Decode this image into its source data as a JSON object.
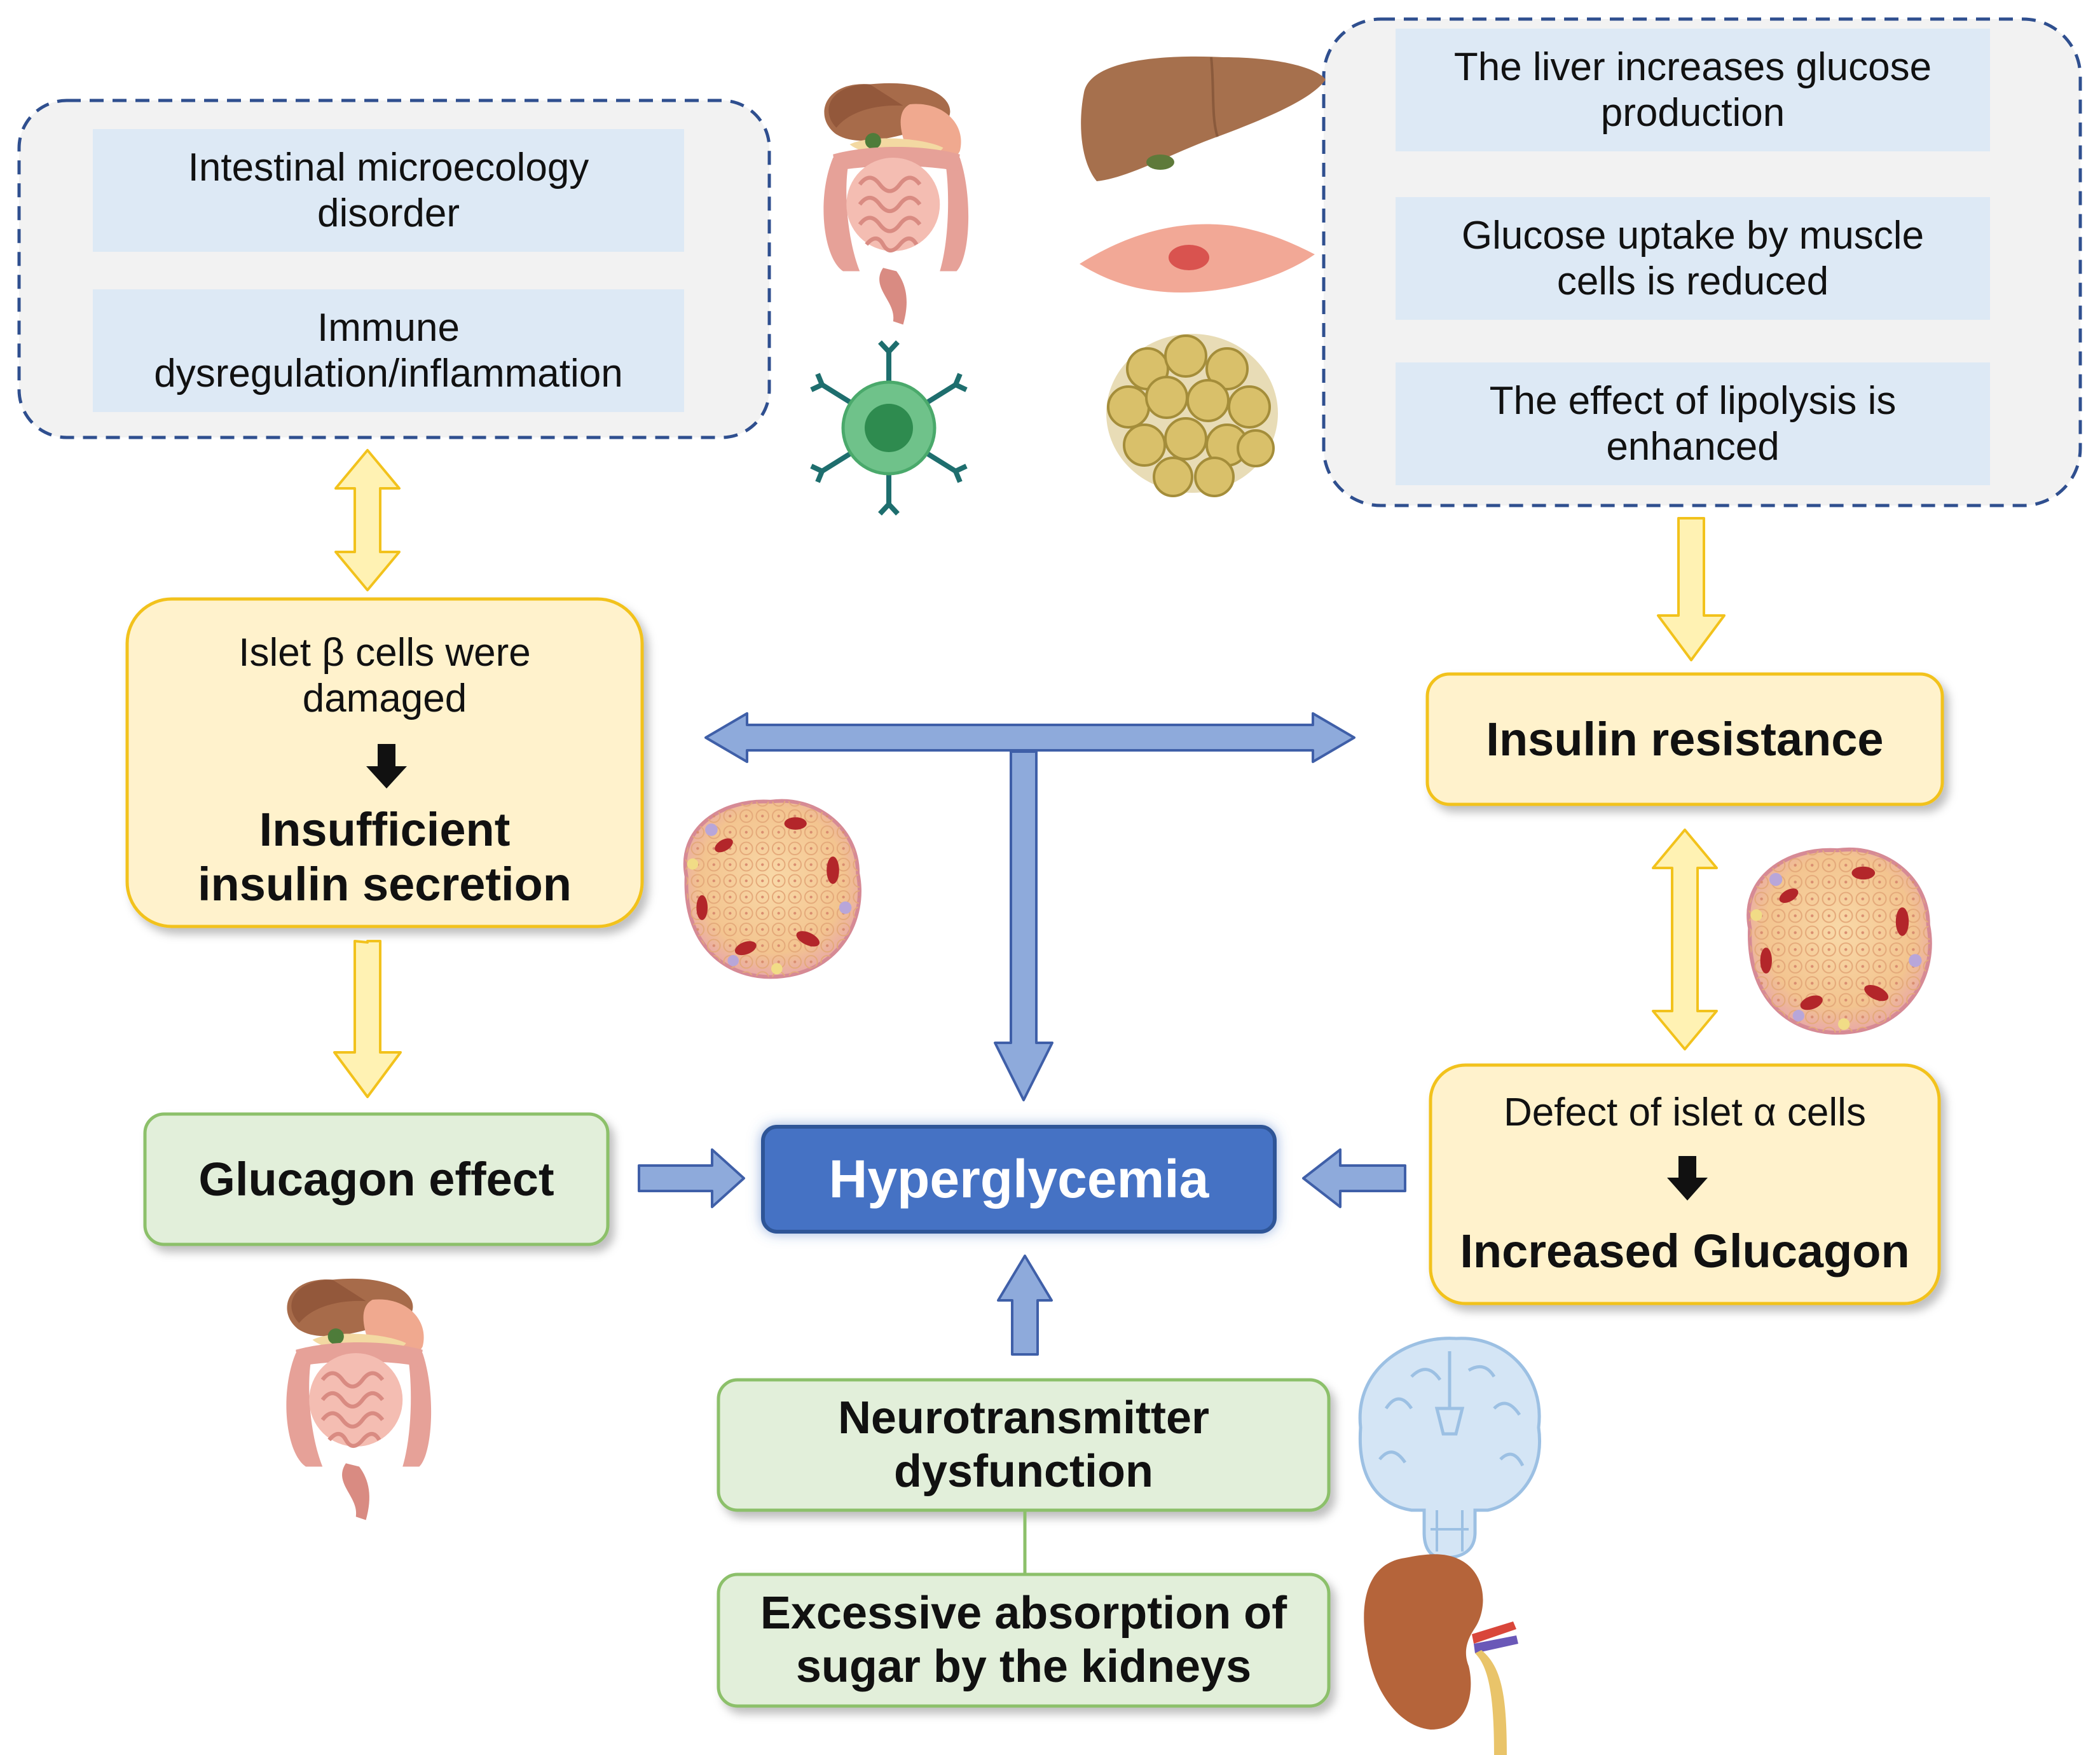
{
  "colors": {
    "blue_arrow": "#8eaadb",
    "blue_arrow_stroke": "#3f5fa8",
    "yellow_arrow": "#fff2b3",
    "yellow_arrow_stroke": "#f2c21c",
    "yellow_box": "#fff2cc",
    "yellow_box_stroke": "#f2c21c",
    "green_box": "#e2efda",
    "green_box_stroke": "#8cc06a",
    "blue_label": "#dde9f5",
    "panel_fill": "#f2f2f2",
    "panel_border": "#2f4f8f",
    "hyper_fill": "#4472c4"
  },
  "left_panel": {
    "items": [
      "Intestinal microecology\ndisorder",
      "Immune\ndysregulation/inflammation"
    ]
  },
  "right_panel": {
    "items": [
      "The liver increases glucose\nproduction",
      "Glucose uptake by muscle\ncells is reduced",
      "The effect of lipolysis is\nenhanced"
    ]
  },
  "islet_beta": {
    "cause": "Islet β cells were\ndamaged",
    "effect": "Insufficient\ninsulin secretion"
  },
  "insulin_resistance": "Insulin resistance",
  "islet_alpha": {
    "cause": "Defect of islet α cells",
    "effect": "Increased Glucagon"
  },
  "glucagon_effect": "Glucagon effect",
  "hyperglycemia": "Hyperglycemia",
  "neurotransmitter": "Neurotransmitter\ndysfunction",
  "kidney_absorption": "Excessive absorption of\nsugar by the kidneys",
  "icons": [
    "digestive-system-icon",
    "liver-icon",
    "muscle-cell-icon",
    "immune-cell-icon",
    "adipose-tissue-icon",
    "pancreatic-islet-icon",
    "brain-icon",
    "kidney-icon"
  ]
}
